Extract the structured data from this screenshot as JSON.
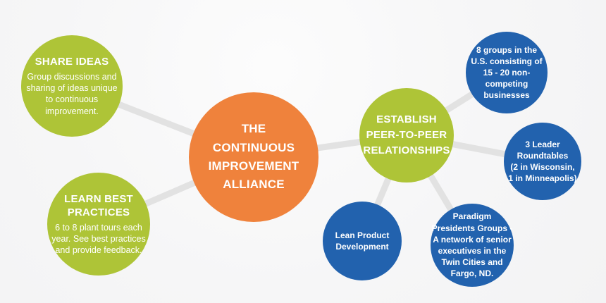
{
  "colors": {
    "center_circle": "#EF823C",
    "green_circles": "#AEC437",
    "blue_circles": "#2262AE",
    "connector_line": "#E2E2E2",
    "text": "#FFFFFF",
    "background": "#F6F6F7"
  },
  "nodes": {
    "center": {
      "title": "THE\nCONTINUOUS\nIMPROVEMENT\nALLIANCE"
    },
    "share_ideas": {
      "title": "SHARE IDEAS",
      "body": "Group discussions and\nsharing of ideas unique\nto continuous\nimprovement."
    },
    "learn_best_practices": {
      "title": "LEARN BEST\nPRACTICES",
      "body": "6 to 8 plant tours each\nyear. See best practices\nand provide feedback."
    },
    "establish_peer": {
      "title": "ESTABLISH\nPEER-TO-PEER\nRELATIONSHIPS"
    },
    "groups": {
      "body": "8 groups in the\nU.S. consisting of\n15 - 20 non-competing\nbusinesses"
    },
    "roundtables": {
      "body": "3 Leader\nRoundtables\n(2 in Wisconsin,\n1 in Minneapolis)"
    },
    "lean_product": {
      "body": "Lean Product\nDevelopment"
    },
    "paradigm": {
      "body": "Paradigm\nPresidents Groups -\nA network of senior\nexecutives in the\nTwin Cities and\nFargo, ND."
    }
  }
}
